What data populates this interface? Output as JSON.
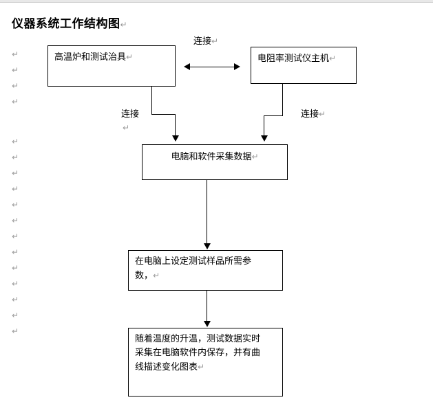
{
  "document": {
    "title": "仪器系统工作结构图",
    "title_mark": "↵",
    "pilcrow_glyph": "↵"
  },
  "diagram": {
    "nodes": [
      {
        "id": "furnace",
        "label": "高温炉和测试治具",
        "mark": "↵",
        "align": "left"
      },
      {
        "id": "resistivity-tester",
        "label": "电阻率测试仪主机",
        "mark": "↵",
        "align": "left"
      },
      {
        "id": "pc-software-acquire",
        "label": "电脑和软件采集数据",
        "mark": "↵",
        "align": "center"
      },
      {
        "id": "set-parameters",
        "label": "在电脑上设定测试样品所需参\n数，",
        "mark": "↵",
        "align": "left"
      },
      {
        "id": "realtime-record",
        "label": "随着温度的升温，测试数据实时\n采集在电脑软件内保存，并有曲\n线描述变化图表",
        "mark": "↵",
        "align": "left"
      }
    ],
    "edge_labels": [
      {
        "id": "link-top",
        "text": "连接",
        "mark": "↵"
      },
      {
        "id": "link-left",
        "text": "连接",
        "mark": ""
      },
      {
        "id": "link-right",
        "text": "连接",
        "mark": "↵"
      }
    ],
    "margin_marks_count": 17,
    "colors": {
      "line": "#000000",
      "text": "#000000",
      "pilcrow": "#9a9a9a",
      "page": "#ffffff"
    }
  }
}
